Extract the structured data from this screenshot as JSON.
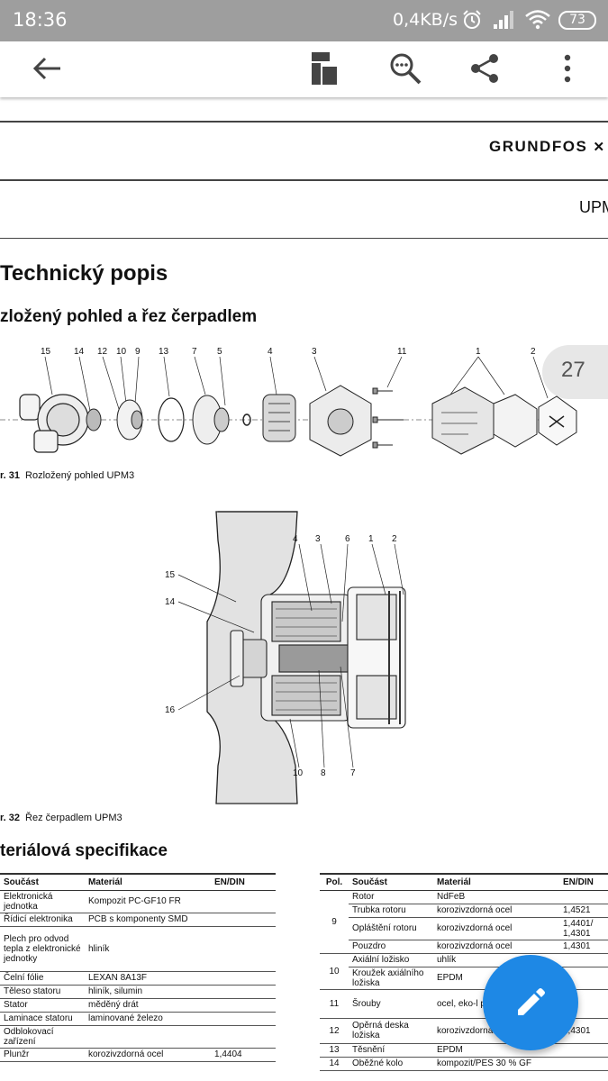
{
  "status_bar": {
    "time": "18:36",
    "network_speed": "0,4KB/s",
    "battery": "73",
    "icons": [
      "alarm-icon",
      "signal-icon",
      "wifi-icon",
      "battery-icon"
    ]
  },
  "app_bar": {
    "icons": [
      "back-arrow-icon",
      "bookmark-icon",
      "search-icon",
      "share-icon",
      "more-vert-icon"
    ]
  },
  "document": {
    "brand": "GRUNDFOS",
    "series": "UPM",
    "heading": "Technický popis",
    "subheading": "zložený pohled a řez čerpadlem",
    "page_number": "27",
    "fig31": {
      "labels": [
        "15",
        "14",
        "12",
        "10",
        "9",
        "13",
        "7",
        "5",
        "4",
        "3",
        "11",
        "1",
        "2"
      ],
      "caption_num": "r. 31",
      "caption_text": "Rozložený pohled UPM3"
    },
    "fig32": {
      "top_labels": [
        "4",
        "3",
        "6",
        "1",
        "2"
      ],
      "left_labels": [
        "15",
        "14",
        "16"
      ],
      "bottom_labels": [
        "10",
        "8",
        "7"
      ],
      "caption_num": "r. 32",
      "caption_text": "Řez čerpadlem UPM3"
    },
    "materials_heading": "teriálová specifikace"
  },
  "table_left": {
    "headers": [
      "Součást",
      "Materiál",
      "EN/DIN"
    ],
    "rows": [
      {
        "part": "Elektronická jednotka",
        "material": "Kompozit PC-GF10 FR",
        "en": ""
      },
      {
        "part": "Řídicí elektronika",
        "material": "PCB s komponenty SMD",
        "en": ""
      },
      {
        "part": "Plech pro odvod tepla z elektronické jednotky",
        "material": "hliník",
        "en": ""
      },
      {
        "part": "Čelní fólie",
        "material": "LEXAN 8A13F",
        "en": ""
      },
      {
        "part": "Těleso statoru",
        "material": "hliník, silumin",
        "en": ""
      },
      {
        "part": "Stator",
        "material": "měděný drát",
        "en": ""
      },
      {
        "part": "Laminace statoru",
        "material": "laminované železo",
        "en": ""
      },
      {
        "part": "Odblokovací zařízení",
        "material": "",
        "en": ""
      },
      {
        "part": "Plunžr",
        "material": "korozivzdorná ocel",
        "en": "1,4404"
      }
    ]
  },
  "table_right": {
    "headers": [
      "Pol.",
      "Součást",
      "Materiál",
      "EN/DIN"
    ],
    "groups": [
      {
        "pos": "9",
        "rows": [
          {
            "part": "Rotor",
            "material": "NdFeB",
            "en": ""
          },
          {
            "part": "Trubka rotoru",
            "material": "korozivzdorná ocel",
            "en": "1,4521"
          },
          {
            "part": "Opláštění rotoru",
            "material": "korozivzdorná ocel",
            "en": "1,4401/ 1,4301"
          },
          {
            "part": "Pouzdro",
            "material": "korozivzdorná ocel",
            "en": "1,4301"
          }
        ]
      },
      {
        "pos": "10",
        "rows": [
          {
            "part": "Axiální ložisko",
            "material": "uhlík",
            "en": ""
          },
          {
            "part": "Kroužek axiálního ložiska",
            "material": "EPDM",
            "en": ""
          }
        ]
      },
      {
        "pos": "11",
        "rows": [
          {
            "part": "Šrouby",
            "material": "ocel, eko-l povlakovan",
            "en": ""
          }
        ]
      },
      {
        "pos": "12",
        "rows": [
          {
            "part": "Opěrná deska ložiska",
            "material": "korozivzdorná",
            "en": "1,4301"
          }
        ]
      },
      {
        "pos": "13",
        "rows": [
          {
            "part": "Těsnění",
            "material": "EPDM",
            "en": ""
          }
        ]
      },
      {
        "pos": "14",
        "rows": [
          {
            "part": "Oběžné kolo",
            "material": "kompozit/PES 30 % GF",
            "en": ""
          }
        ]
      }
    ]
  },
  "fab": {
    "icon": "edit-pencil-icon",
    "color": "#1e88e5"
  }
}
